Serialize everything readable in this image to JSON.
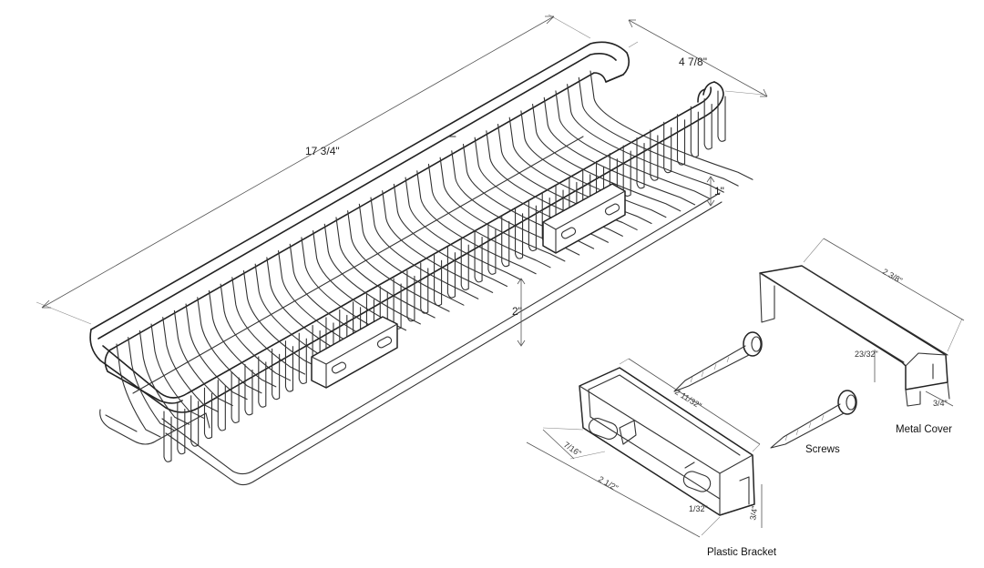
{
  "dimensions": {
    "length": "17 3/4\"",
    "width": "4 7/8\"",
    "depth_front": "1\"",
    "depth_back": "2\"",
    "cover_length": "2 3/8\"",
    "cover_height": "23/32\"",
    "cover_width": "3/4\"",
    "bracket_length": "2 11/32\"",
    "bracket_hole": "7/16\"",
    "bracket_overall": "2 1/2\"",
    "bracket_side": "1/32\"",
    "bracket_height": "3/4\""
  },
  "captions": {
    "metal_cover": "Metal Cover",
    "screws": "Screws",
    "plastic_bracket": "Plastic Bracket"
  }
}
